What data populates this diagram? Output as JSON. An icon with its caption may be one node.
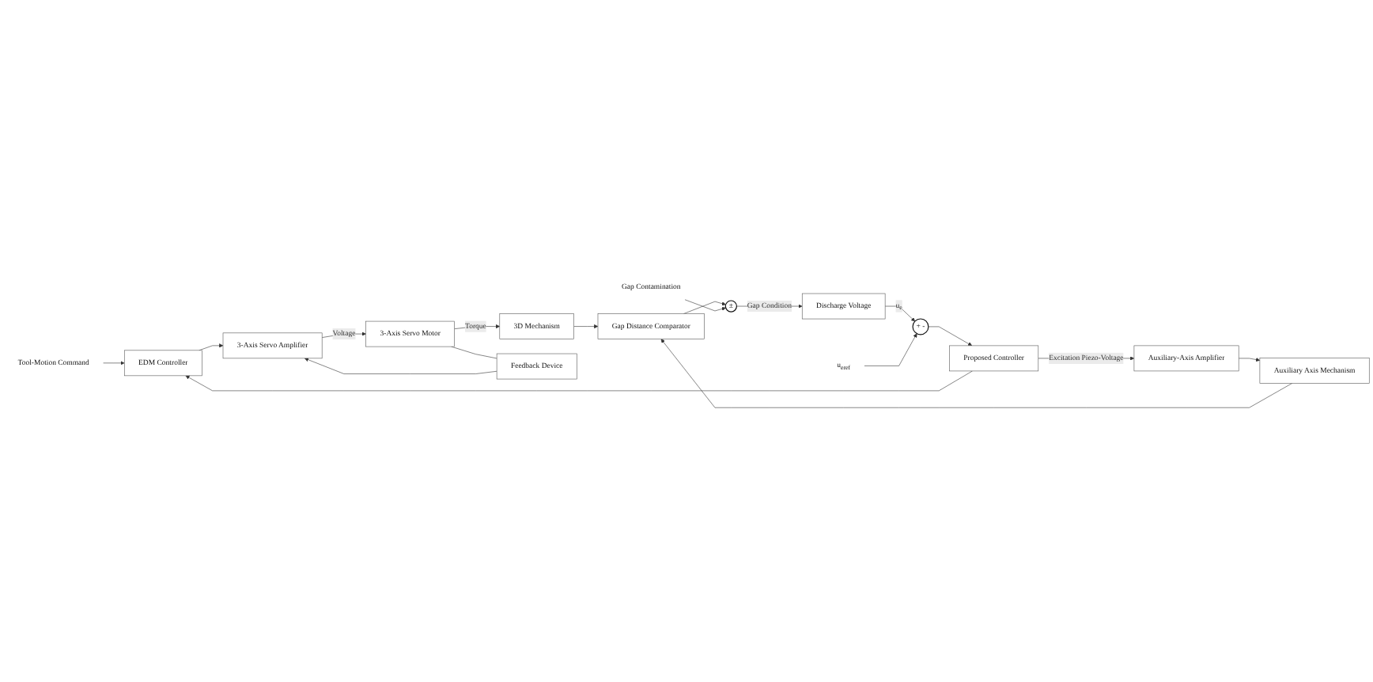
{
  "diagram": {
    "nodes": [
      {
        "text": [
          "Tool-Motion Command"
        ]
      },
      {
        "text": [
          "EDM Controller"
        ]
      },
      {
        "text": [
          "3-Axis Servo Amplifier"
        ]
      },
      {
        "text": [
          "3-Axis Servo Motor"
        ]
      },
      {
        "text": [
          "3D Mechanism"
        ]
      },
      {
        "text": [
          "Feedback Device"
        ]
      },
      {
        "text": [
          "Proposed Controller"
        ]
      },
      {
        "text": [
          "Auxiliary-Axis Amplifier"
        ]
      },
      {
        "text": [
          "Auxiliary Axis Mechanism"
        ]
      },
      {
        "text": [
          "u$_{eref}$"
        ]
      },
      {
        "text": [
          "+",
          "-"
        ]
      },
      {
        "text": [
          "Discharge Voltage"
        ]
      },
      {
        "text": [
          "±"
        ]
      },
      {
        "text": [
          "Gap Distance Comparator"
        ]
      },
      {
        "text": [
          "Gap Contamination"
        ]
      }
    ],
    "edges": [
      {
        "from": 0,
        "to": 1,
        "arrow": "to"
      },
      {
        "from": 1,
        "to": 2,
        "arrow": "to"
      },
      {
        "from": 2,
        "to": 3,
        "arrow": "to",
        "label": "Voltage"
      },
      {
        "from": 3,
        "to": 4,
        "arrow": "to",
        "label": "Torque"
      },
      {
        "from": 3,
        "to": 5,
        "arrow": "none"
      },
      {
        "from": 5,
        "to": 2,
        "arrow": "to"
      },
      {
        "from": 6,
        "to": 1,
        "arrow": "to"
      },
      {
        "from": 6,
        "to": 7,
        "arrow": "to",
        "label": "Excitation Piezo-Voltage"
      },
      {
        "from": 7,
        "to": 8,
        "arrow": "to"
      },
      {
        "from": 8,
        "to": 13,
        "arrow": "to"
      },
      {
        "from": 4,
        "to": 13,
        "arrow": "to"
      },
      {
        "from": 13,
        "to": 12,
        "arrow": "to"
      },
      {
        "from": 14,
        "to": 12,
        "arrow": "to"
      },
      {
        "from": 12,
        "to": 11,
        "arrow": "to",
        "label": "Gap Condition"
      },
      {
        "from": 11,
        "to": 10,
        "arrow": "to",
        "label": "u$_{e}$"
      },
      {
        "from": 9,
        "to": 10,
        "arrow": "to"
      },
      {
        "from": 10,
        "to": 6,
        "arrow": "to"
      }
    ]
  }
}
